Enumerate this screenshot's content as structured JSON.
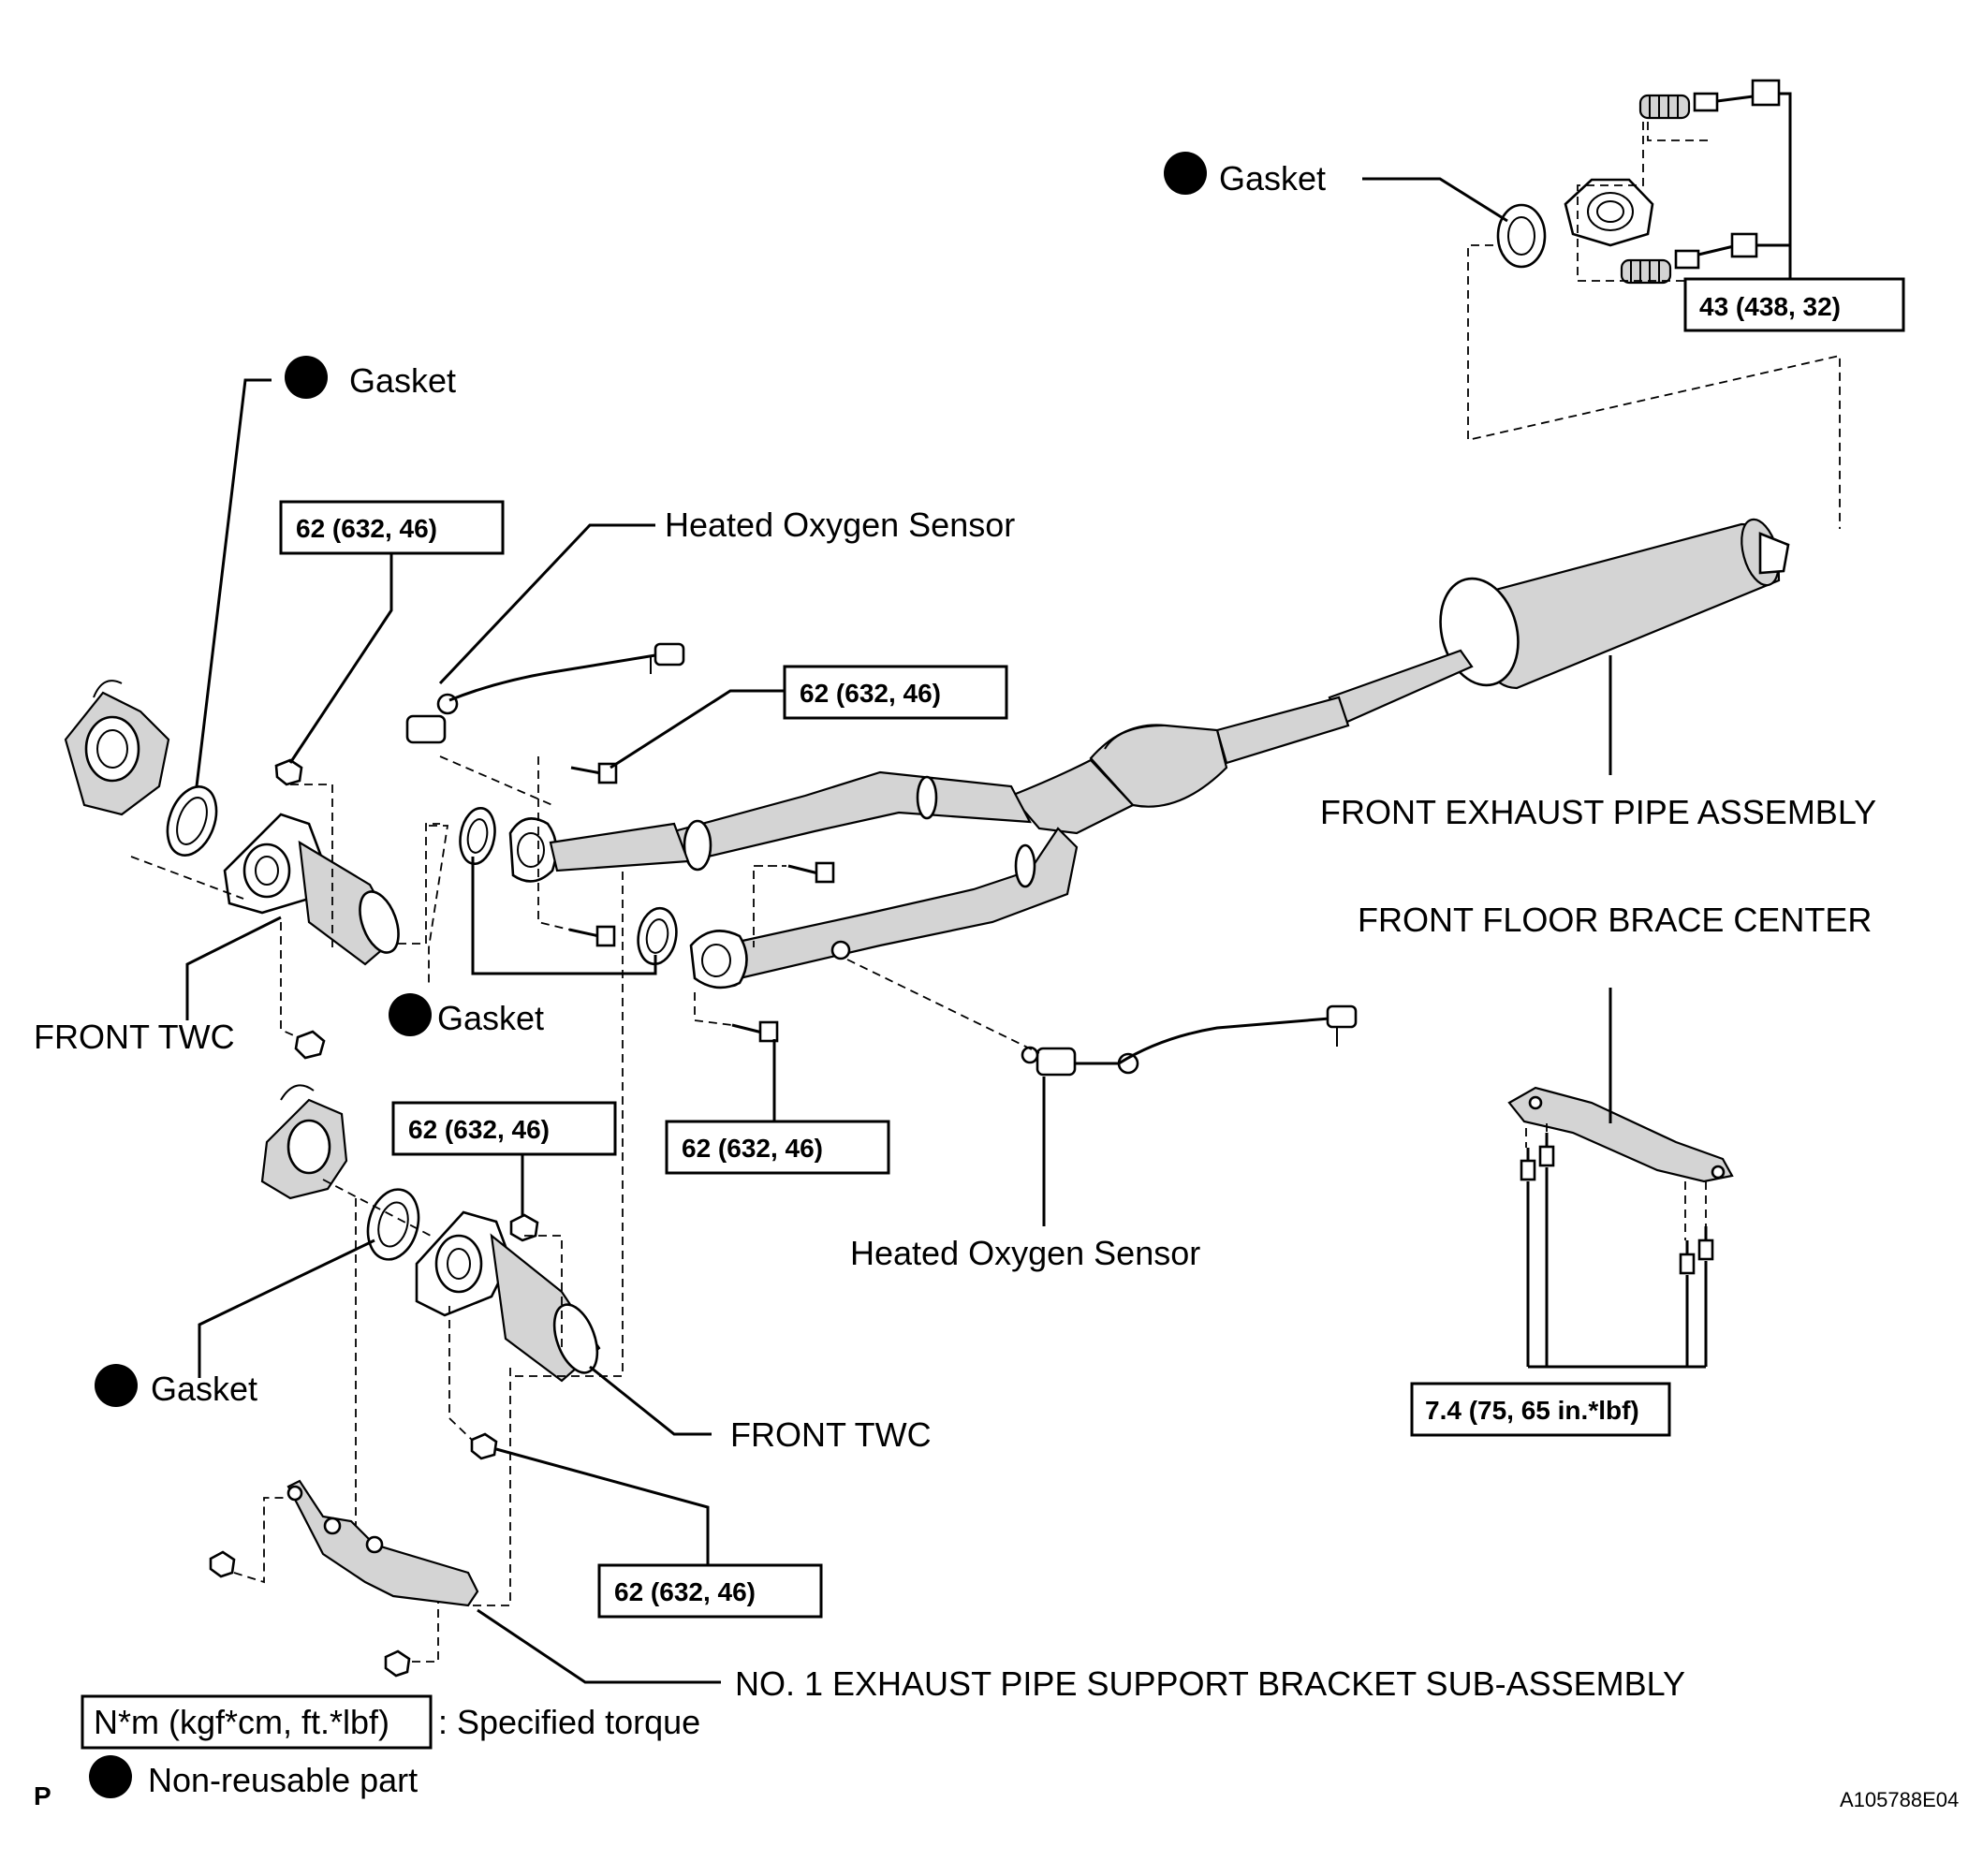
{
  "labels": {
    "gasket_top_right": "Gasket",
    "gasket_top_left": "Gasket",
    "gasket_middle": "Gasket",
    "gasket_lower_left": "Gasket",
    "heated_oxygen_sensor_upper": "Heated Oxygen Sensor",
    "heated_oxygen_sensor_lower": "Heated Oxygen Sensor",
    "front_exhaust_pipe_assembly": "FRONT EXHAUST PIPE ASSEMBLY",
    "front_floor_brace_center": "FRONT FLOOR BRACE CENTER",
    "front_twc_upper": "FRONT TWC",
    "front_twc_lower": "FRONT TWC",
    "support_bracket": "NO. 1 EXHAUST PIPE SUPPORT BRACKET SUB-ASSEMBLY"
  },
  "torques": {
    "top_right": "43 (438, 32)",
    "left_upper": "62 (632, 46)",
    "pipe_bolt_upper": "62 (632, 46)",
    "pipe_bolt_lower": "62 (632, 46)",
    "twc_lower_nut": "62 (632, 46)",
    "bracket_nut": "62 (632, 46)",
    "brace_center": "7.4 (75, 65 in.*lbf)"
  },
  "legend": {
    "torque_unit": "N*m (kgf*cm, ft.*lbf)",
    "torque_desc": ": Specified torque",
    "non_reusable": "Non-reusable part"
  },
  "footer": {
    "page_code": "P",
    "figure_id": "A105788E04"
  }
}
